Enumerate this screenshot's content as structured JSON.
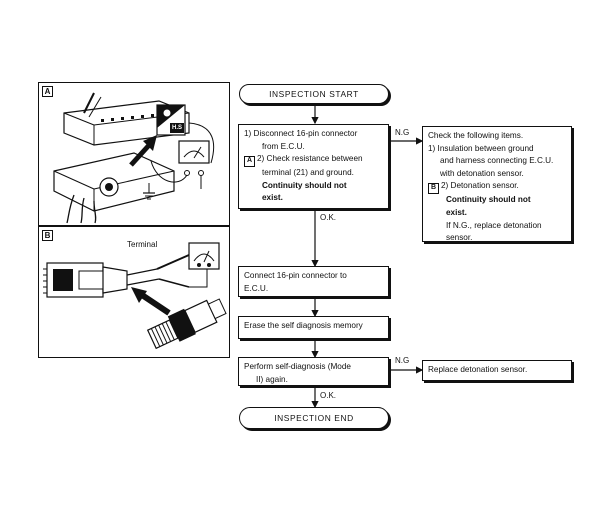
{
  "figure_a": {
    "badge": "A",
    "nameplate": "H.S"
  },
  "figure_b": {
    "badge": "B",
    "terminal_label": "Terminal"
  },
  "flowchart": {
    "start": "INSPECTION START",
    "end": "INSPECTION END",
    "step1": {
      "line1": "1)  Disconnect 16-pin connector",
      "line2": "from E.C.U.",
      "badge": "A",
      "line3": "2)  Check resistance between",
      "line4": "terminal (21) and ground.",
      "line5": "Continuity should not",
      "line6": "exist."
    },
    "ng_box1": {
      "line1": "Check the following items.",
      "line2": "1)  Insulation between ground",
      "line3": "and harness connecting E.C.U.",
      "line4": "with detonation sensor.",
      "badge": "B",
      "line5": "2)  Detonation sensor.",
      "line6": "Continuity should not",
      "line7": "exist.",
      "line8": "If N.G., replace detonation",
      "line9": "sensor."
    },
    "step2": {
      "line1": "Connect 16-pin connector to",
      "line2": "E.C.U."
    },
    "step3": {
      "line1": "Erase the self diagnosis memory"
    },
    "step4": {
      "line1": "Perform self-diagnosis (Mode",
      "line2": "II) again."
    },
    "ng_box2": {
      "line1": "Replace detonation sensor."
    },
    "labels": {
      "ng1": "N.G",
      "ok1": "O.K.",
      "ng2": "N.G",
      "ok2": "O.K."
    }
  }
}
